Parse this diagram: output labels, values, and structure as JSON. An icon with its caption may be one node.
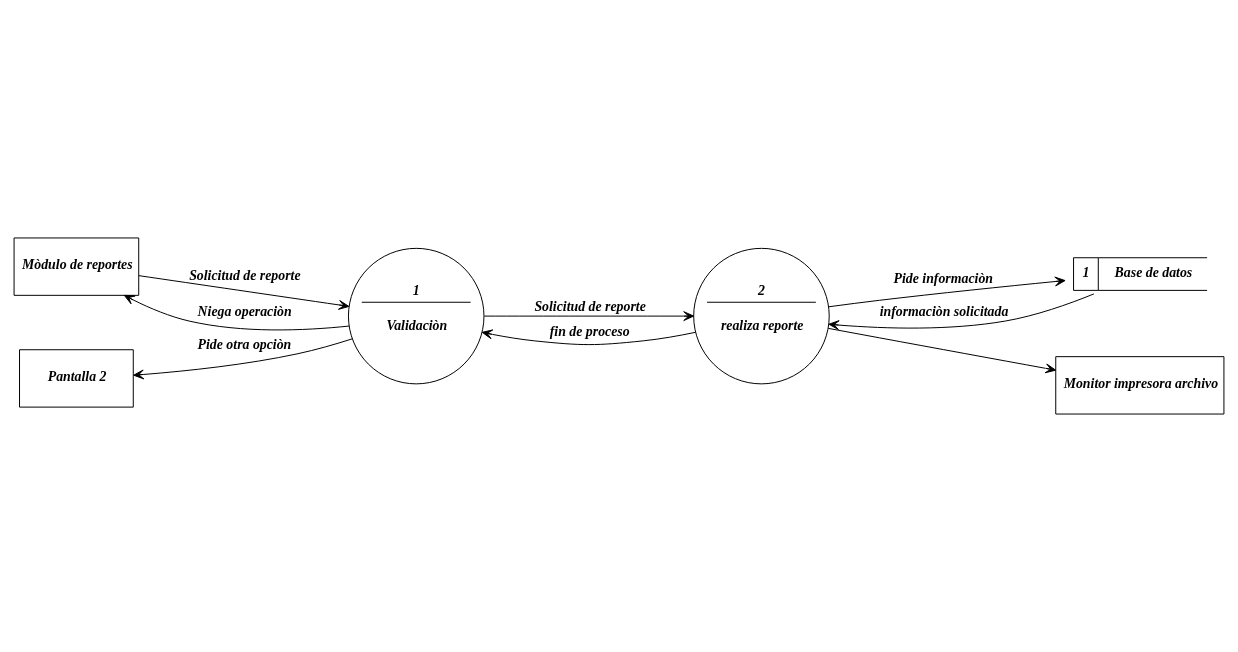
{
  "diagram": {
    "nodes": [
      {
        "text": [
          "Mòdulo de reportes"
        ]
      },
      {
        "text": [
          "1",
          "Validaciòn"
        ]
      },
      {
        "text": [
          "2",
          "realiza reporte"
        ]
      },
      {
        "text": [
          "1",
          "Base de datos"
        ]
      },
      {
        "text": [
          "Pantalla 2"
        ]
      },
      {
        "text": [
          "Monitor impresora archivo"
        ]
      }
    ],
    "edges": [
      {
        "from": 0,
        "to": 1,
        "arrow": "to",
        "label": "Solicitud de reporte"
      },
      {
        "from": 1,
        "to": 0,
        "arrow": "to",
        "label": "Niega operaciòn"
      },
      {
        "from": 1,
        "to": 2,
        "arrow": "to",
        "label": "Solicitud de reporte"
      },
      {
        "from": 2,
        "to": 1,
        "arrow": "to",
        "label": "fin de proceso"
      },
      {
        "from": 2,
        "to": 3,
        "arrow": "to",
        "label": "Pide informaciòn"
      },
      {
        "from": 3,
        "to": 2,
        "arrow": "to",
        "label": "informaciòn solicitada"
      },
      {
        "from": 1,
        "to": 4,
        "arrow": "to",
        "label": "Pide otra opciòn"
      },
      {
        "from": 2,
        "to": 5,
        "arrow": "to"
      }
    ]
  }
}
